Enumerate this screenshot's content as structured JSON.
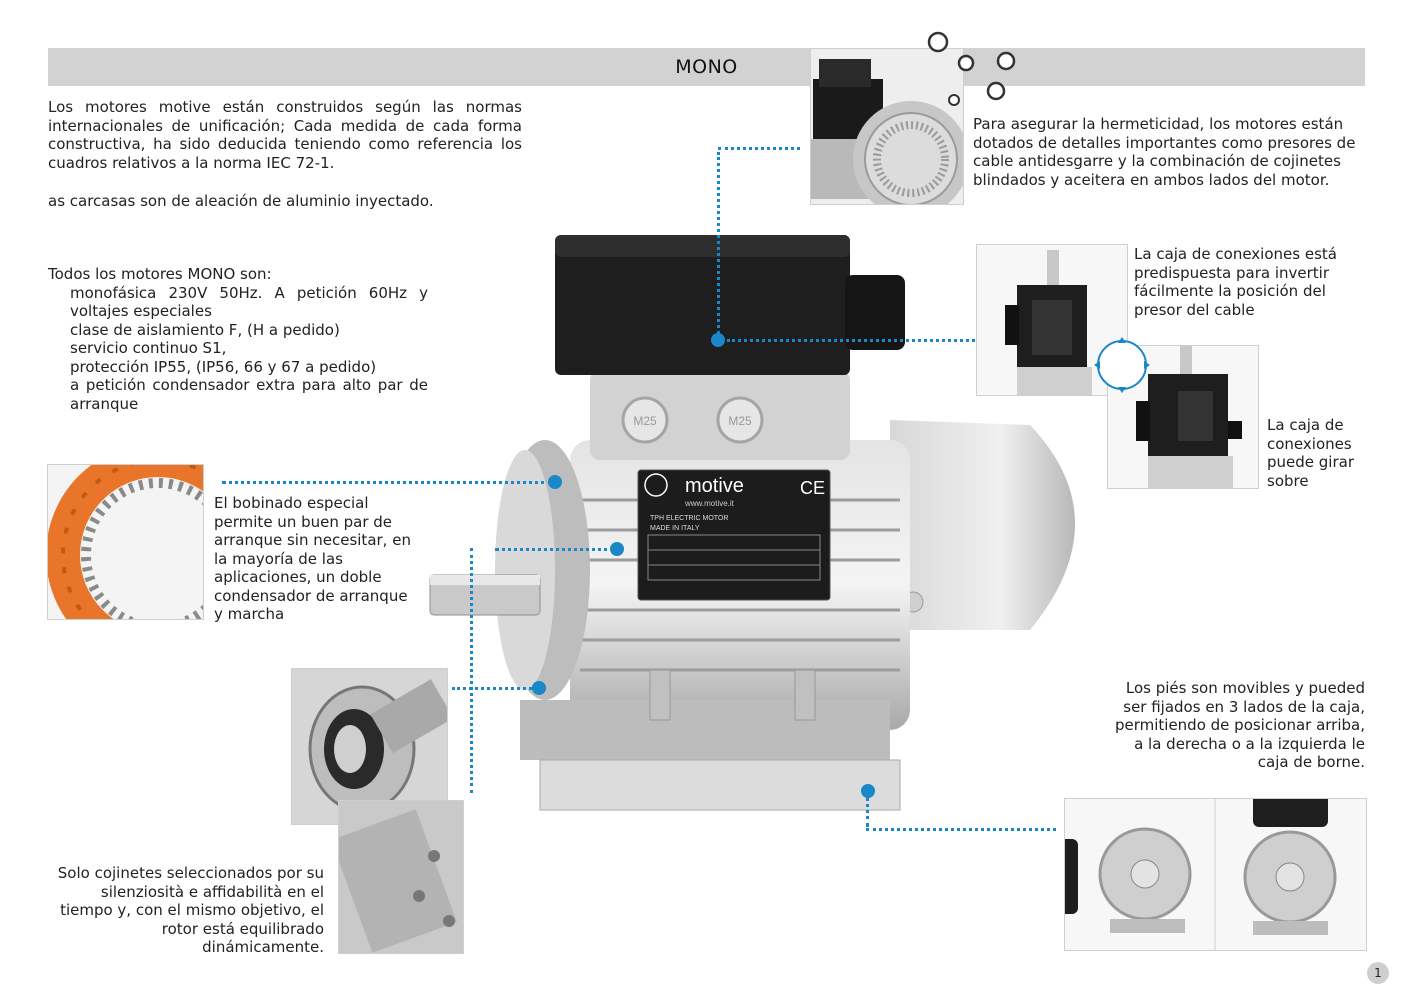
{
  "header": {
    "title": "MONO"
  },
  "intro": {
    "p1": "Los motores motive están construidos según las normas internacionales de unificación; Cada medida de cada forma constructiva, ha sido deducida teniendo como referencia los cuadros relativos a la norma IEC 72-1.",
    "p2": "as carcasas son de aleación de aluminio inyectado."
  },
  "features": {
    "title": "Todos los motores MONO son:",
    "items": [
      "monofásica 230V 50Hz. A petición 60Hz y voltajes especiales",
      "clase de aislamiento F, (H a pedido)",
      "servicio continuo S1,",
      "protección IP55, (IP56, 66 y 67 a pedido)",
      "a petición condensador extra para alto par de arranque"
    ]
  },
  "callouts": {
    "sealing": "Para asegurar la hermeticidad, los motores están dotados de detalles importantes como presores de cable antidesgarre y la combinación de cojinetes blindados y aceitera en ambos lados del motor.",
    "box_invert": "La caja de conexiones está predispuesta para invertir fácilmente la posición del presor del cable",
    "box_rotate": "La caja de conexiones puede girar sobre",
    "winding": "El bobinado especial permite un buen par de arranque sin necesitar, en la mayoría de las aplicaciones, un doble condensador de arranque y marcha",
    "feet": "Los piés son movibles y pueded ser fijados en 3 lados de la caja, permitiendo de posicionar arriba, a la derecha o a la izquierda le caja de borne.",
    "bearings": "Solo cojinetes seleccionados por su silenziosità e affidabilità en el tiempo y, con el mismo objetivo, el rotor está equilibrado dinámicamente."
  },
  "nameplate": {
    "brand": "motive",
    "website": "www.motive.it",
    "ce_mark": "CE",
    "line1": "TPH ELECTRIC MOTOR",
    "line2": "MADE IN ITALY",
    "gland1": "M25",
    "gland2": "M25"
  },
  "page": {
    "number": "1"
  },
  "colors": {
    "accent": "#1a87c8",
    "banner": "#d2d2d2",
    "winding": "#e8752a"
  }
}
